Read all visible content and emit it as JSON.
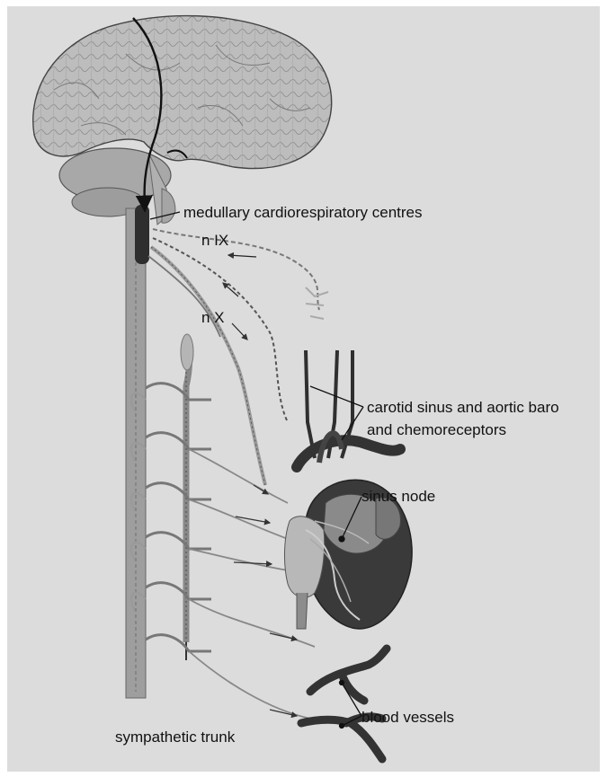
{
  "labels": {
    "medullary": "medullary cardiorespiratory centres",
    "nIX": "n IX",
    "nX": "n X",
    "carotid_line1": "carotid sinus and aortic baro",
    "carotid_line2": "and chemoreceptors",
    "sinus_node": "sinus node",
    "blood_vessels": "blood vessels",
    "sympathetic_trunk": "sympathetic trunk"
  },
  "colors": {
    "background": "#dcdcdc",
    "brain": "#b9b9b9",
    "spinal_cord": "#9a9a9a",
    "medulla": "#2e2e2e",
    "heart_dark": "#3a3a3a",
    "heart_mid": "#8a8a8a",
    "heart_light": "#bcbcbc",
    "vessels": "#333333"
  }
}
